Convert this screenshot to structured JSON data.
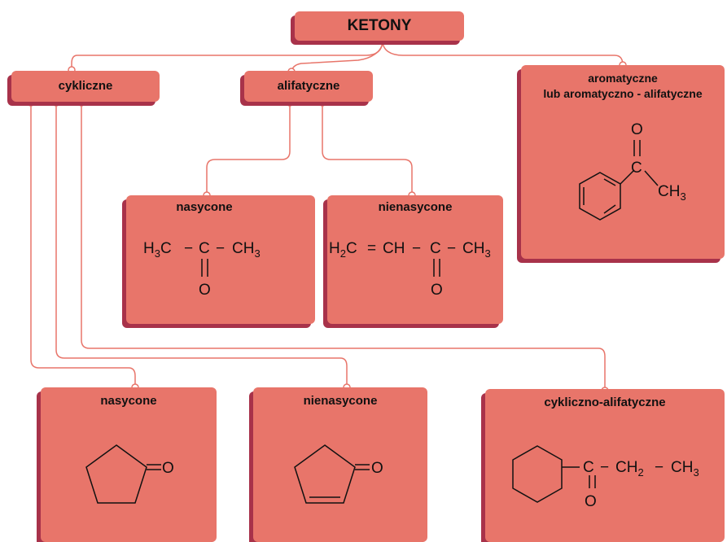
{
  "root": {
    "title": "KETONY"
  },
  "categories": {
    "cyclic": {
      "label": "cykliczne"
    },
    "aliphatic": {
      "label": "alifatyczne"
    },
    "aromatic": {
      "line1": "aromatyczne",
      "line2": "lub aromatyczno - alifatyczne"
    }
  },
  "aliphatic_saturated": {
    "label": "nasycone"
  },
  "aliphatic_unsaturated": {
    "label": "nienasycone"
  },
  "cyclic_saturated": {
    "label": "nasycone"
  },
  "cyclic_unsaturated": {
    "label": "nienasycone"
  },
  "cyclic_aliphatic": {
    "label": "cykliczno-alifatyczne"
  },
  "formulas": {
    "h3c": "H",
    "h3c_sub": "3",
    "c": "C",
    "ch3": "CH",
    "ch3_sub": "3",
    "o": "O",
    "h2c": "H",
    "h2c_sub": "2",
    "ch": "CH",
    "ch2": "CH",
    "ch2_sub": "2",
    "dash": "−",
    "dbl": "="
  },
  "colors": {
    "box": "#e8756a",
    "shadow": "#a8324a",
    "line": "#e8756a"
  }
}
